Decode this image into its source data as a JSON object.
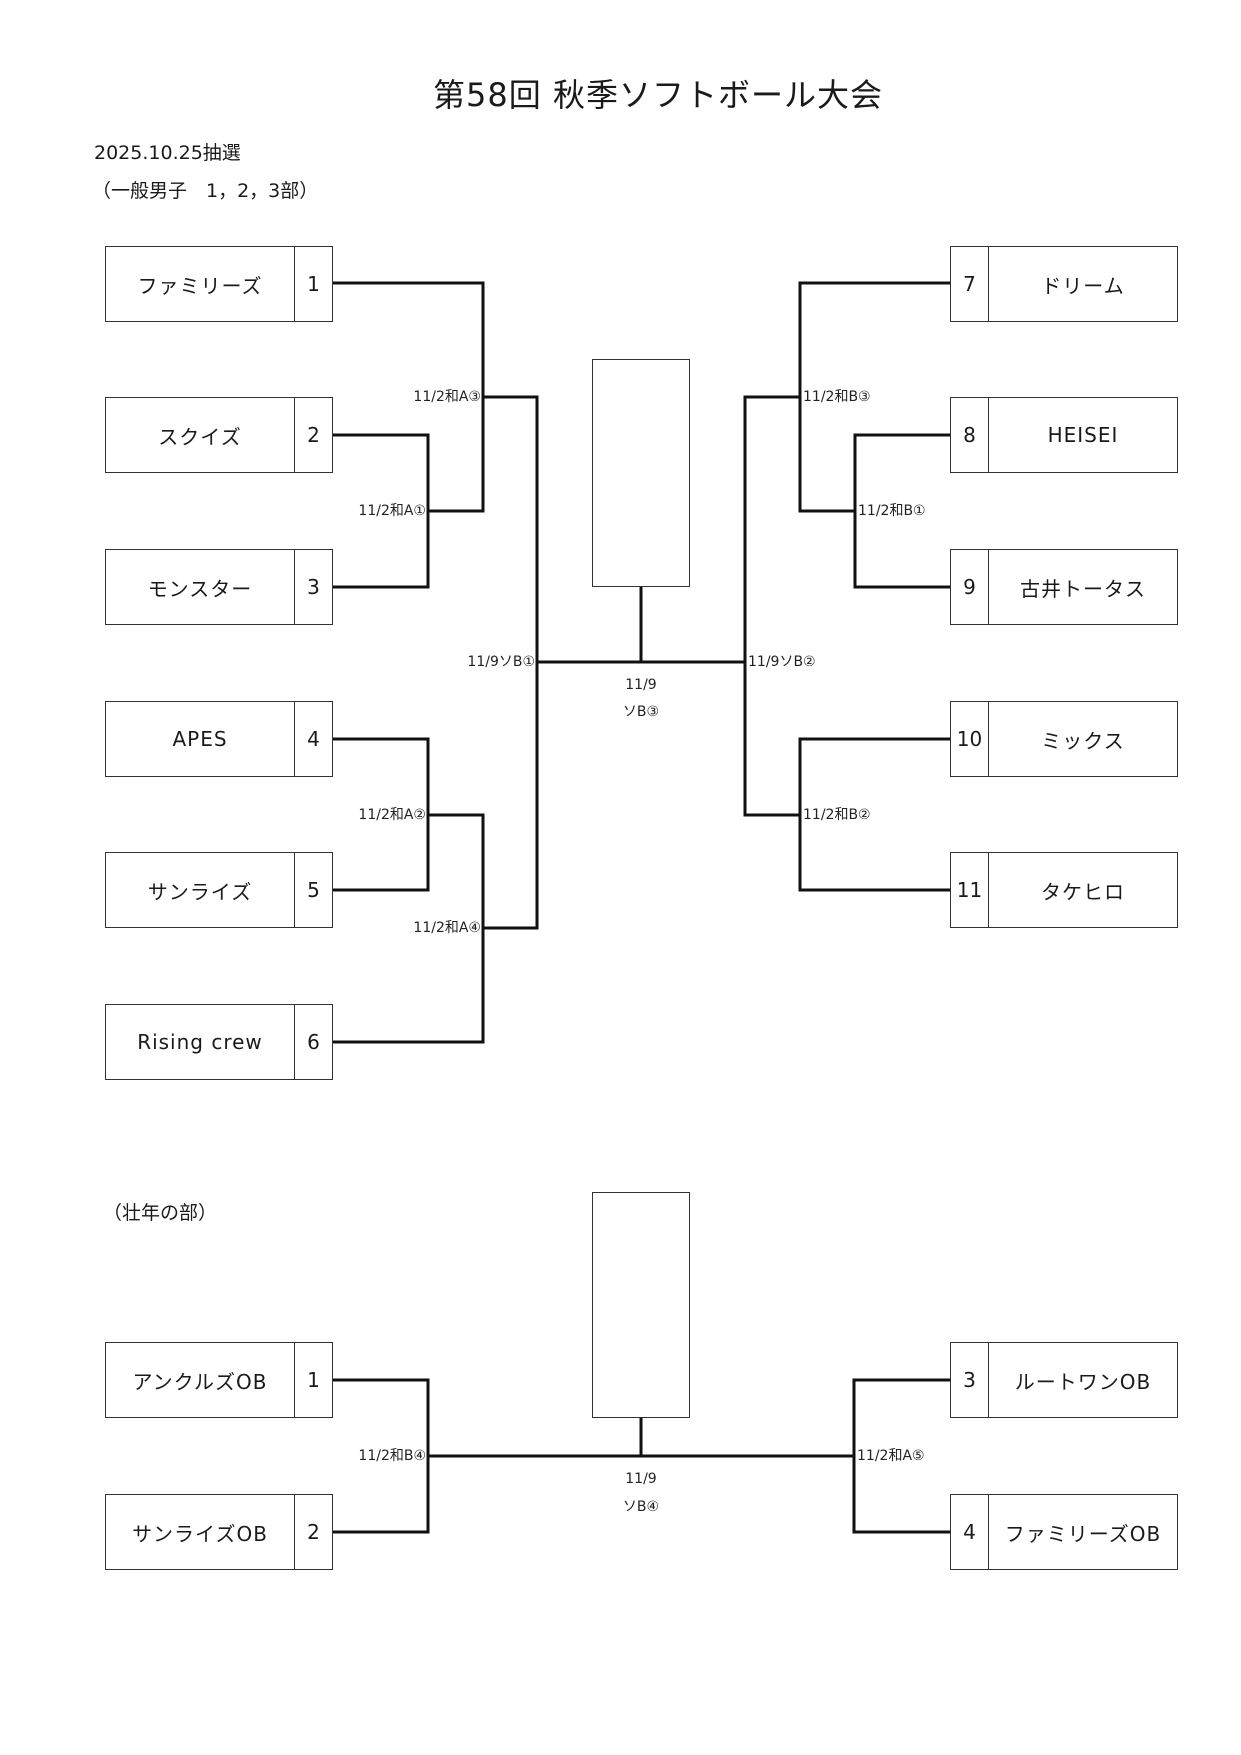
{
  "title": "第58回 秋季ソフトボール大会",
  "draw_date": "2025.10.25抽選",
  "section1": {
    "heading": "（一般男子　1，2，3部）",
    "left_teams": [
      {
        "seed": "1",
        "name": "ファミリーズ"
      },
      {
        "seed": "2",
        "name": "スクイズ"
      },
      {
        "seed": "3",
        "name": "モンスター"
      },
      {
        "seed": "4",
        "name": "APES"
      },
      {
        "seed": "5",
        "name": "サンライズ"
      },
      {
        "seed": "6",
        "name": "Rising crew"
      }
    ],
    "right_teams": [
      {
        "seed": "7",
        "name": "ドリーム"
      },
      {
        "seed": "8",
        "name": "HEISEI"
      },
      {
        "seed": "9",
        "name": "古井トータス"
      },
      {
        "seed": "10",
        "name": "ミックス"
      },
      {
        "seed": "11",
        "name": "タケヒロ"
      }
    ],
    "matches": {
      "a1": "11/2和A①",
      "a2": "11/2和A②",
      "a3": "11/2和A③",
      "a4": "11/2和A④",
      "b1": "11/2和B①",
      "b2": "11/2和B②",
      "b3": "11/2和B③",
      "semi_left": "11/9ソB①",
      "semi_right": "11/9ソB②",
      "final_date": "11/9",
      "final_code": "ソB③"
    }
  },
  "section2": {
    "heading": "（壮年の部）",
    "left_teams": [
      {
        "seed": "1",
        "name": "アンクルズOB"
      },
      {
        "seed": "2",
        "name": "サンライズOB"
      }
    ],
    "right_teams": [
      {
        "seed": "3",
        "name": "ルートワンOB"
      },
      {
        "seed": "4",
        "name": "ファミリーズOB"
      }
    ],
    "matches": {
      "left": "11/2和B④",
      "right": "11/2和A⑤",
      "final_date": "11/9",
      "final_code": "ソB④"
    }
  }
}
